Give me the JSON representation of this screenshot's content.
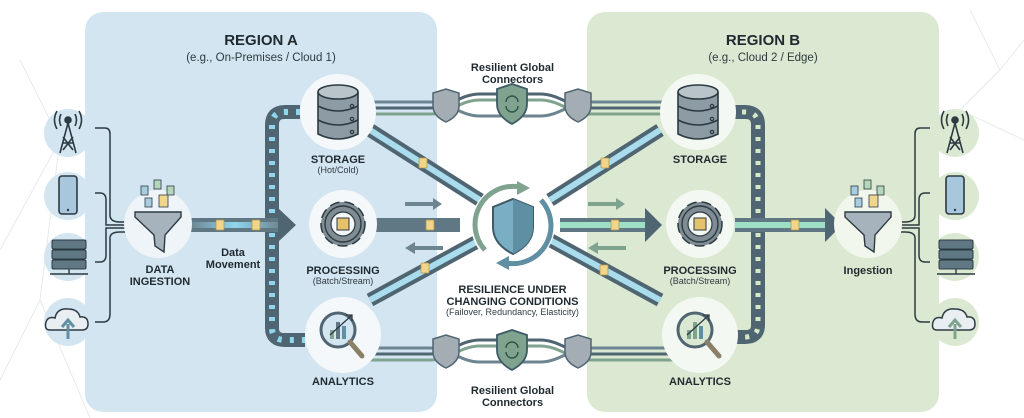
{
  "region_a": {
    "title": "REGION A",
    "subtitle": "(e.g., On-Premises / Cloud 1)"
  },
  "region_b": {
    "title": "REGION B",
    "subtitle": "(e.g., Cloud 2 / Edge)"
  },
  "connectors": {
    "top_label_1": "Resilient Global",
    "top_label_2": "Connectors",
    "bottom_label_1": "Resilient Global",
    "bottom_label_2": "Connectors"
  },
  "center": {
    "title_1": "RESILIENCE UNDER",
    "title_2": "CHANGING CONDITIONS",
    "subtitle": "(Failover, Redundancy, Elasticity)"
  },
  "left": {
    "sources": [
      "cell-tower-icon",
      "smartphone-icon",
      "server-rack-icon",
      "cloud-upload-icon"
    ],
    "ingestion_1": "DATA",
    "ingestion_2": "INGESTION",
    "movement_1": "Data",
    "movement_2": "Movement",
    "storage": "STORAGE",
    "storage_sub": "(Hot/Cold)",
    "processing": "PROCESSING",
    "processing_sub": "(Batch/Stream)",
    "analytics": "ANALYTICS"
  },
  "right": {
    "sources": [
      "cell-tower-icon",
      "smartphone-icon",
      "server-rack-icon",
      "cloud-upload-icon"
    ],
    "ingestion": "Ingestion",
    "storage": "STORAGE",
    "processing": "PROCESSING",
    "processing_sub": "(Batch/Stream)",
    "analytics": "ANALYTICS"
  },
  "colors": {
    "region_a_bg": "#d4e5f2",
    "region_b_bg": "#dce9d2",
    "pipe_dark": "#4f6572",
    "pipe_glow": "#7fd3ef",
    "shield_teal": "#5e8fa3",
    "packet_yellow": "#f1d58a"
  }
}
